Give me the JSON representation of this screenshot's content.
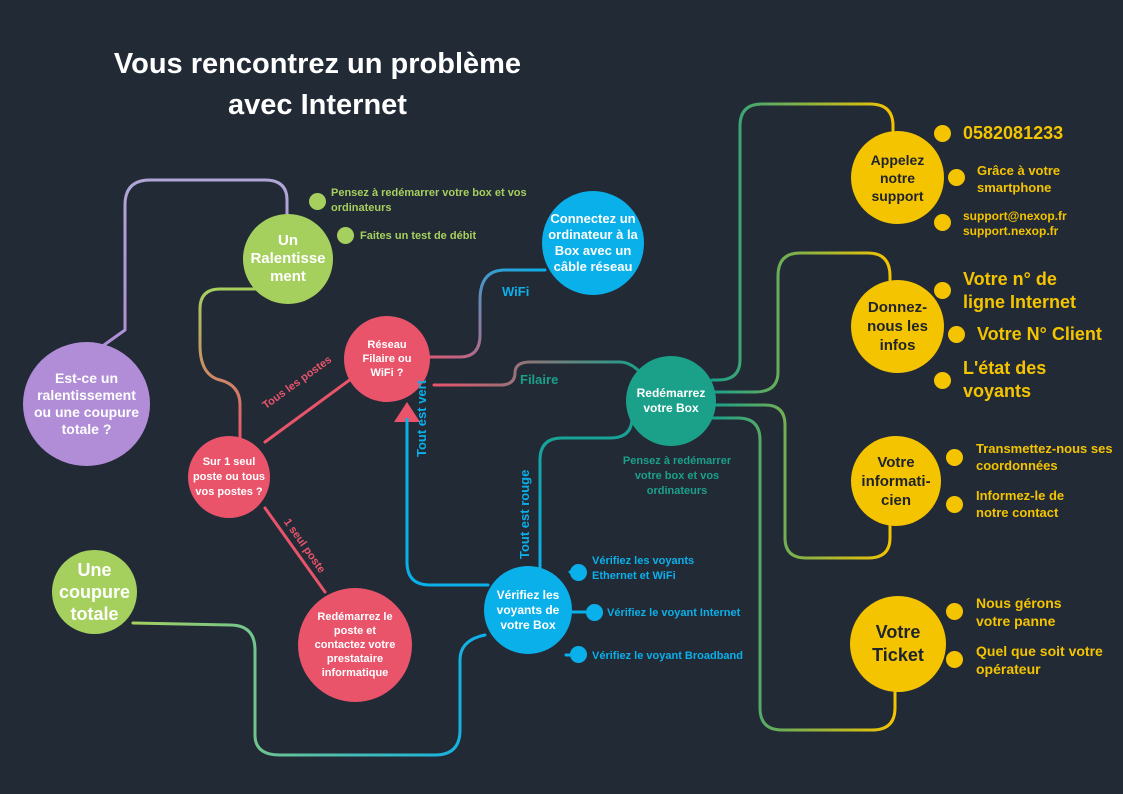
{
  "title": {
    "line1": "Vous rencontrez un problème",
    "line2": "avec Internet"
  },
  "nodes": {
    "question": "Est-ce un ralentissement ou une coupure totale ?",
    "slowdown": "Un Ralentisse ment",
    "outage": "Une coupure totale",
    "one_or_all": "Sur 1 seul poste ou tous vos postes ?",
    "wired_or_wifi": "Réseau Filaire ou WiFi ?",
    "connect_cable": "Connectez un ordinateur à la Box avec un câble réseau",
    "restart_contact": "Redémarrez le poste et contactez votre prestataire informatique",
    "check_lights": "Vérifiez les voyants de votre Box",
    "restart_box": "Redémarrez votre Box",
    "call_support": "Appelez notre support",
    "give_info": "Donnez-nous les infos",
    "your_it": "Votre informati-cien",
    "your_ticket": "Votre Ticket"
  },
  "notes": {
    "slow_restart": "Pensez à redémarrer votre box et vos ordinateurs",
    "slow_speedtest": "Faites un test de débit",
    "box_restart_note": "Pensez à redémarrer votre box et vos ordinateurs",
    "lights_eth_wifi": "Vérifiez les voyants Ethernet et WiFi",
    "lights_internet": "Vérifiez le voyant Internet",
    "lights_broadband": "Vérifiez le voyant Broadband",
    "phone": "0582081233",
    "smartphone": "Grâce à votre smartphone",
    "email": "support@nexop.fr",
    "site": "support.nexop.fr",
    "line_number": "Votre n° de ligne Internet",
    "client_number": "Votre N° Client",
    "lights_state": "L'état des voyants",
    "send_details": "Transmettez-nous ses coordonnées",
    "inform_contact": "Informez-le de notre contact",
    "we_manage": "Nous gérons votre panne",
    "any_operator": "Quel que soit votre opérateur"
  },
  "edge_labels": {
    "all_posts": "Tous les postes",
    "one_post": "1 seul poste",
    "all_green": "Tout est vert",
    "all_red": "Tout est rouge",
    "wifi": "WiFi",
    "wired": "Filaire"
  },
  "colors": {
    "background": "#222a36",
    "purple": "#b08dd6",
    "green": "#a6d05e",
    "red": "#e9546b",
    "blue": "#0ab0ea",
    "teal": "#1ba08a",
    "yellow": "#f4c400"
  }
}
